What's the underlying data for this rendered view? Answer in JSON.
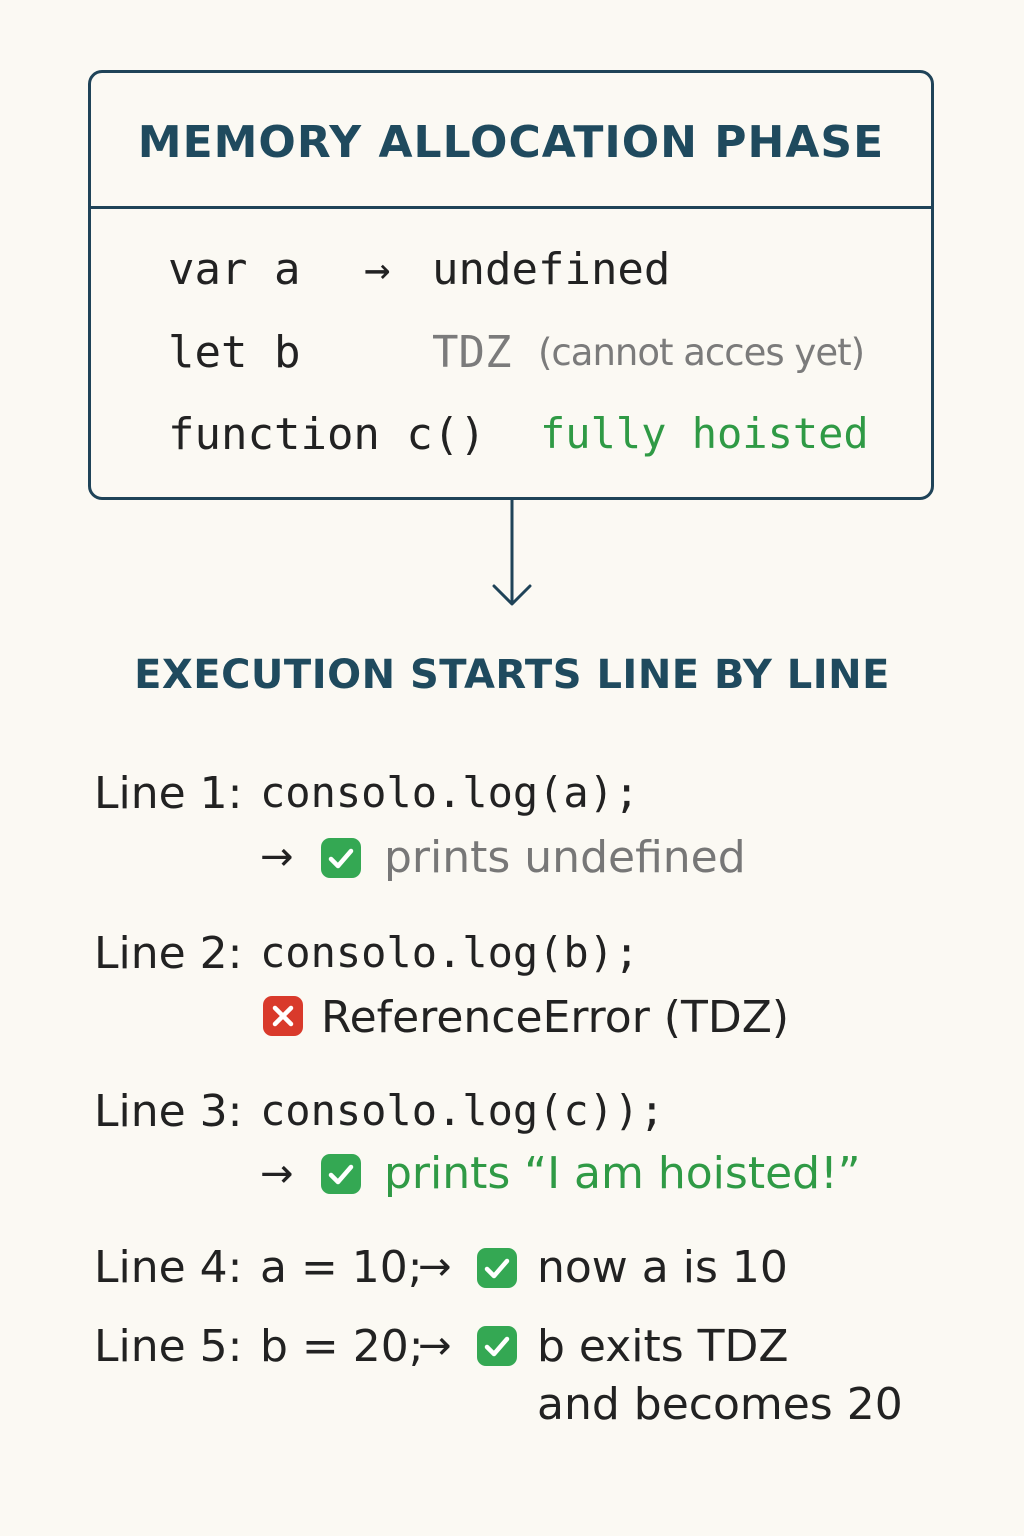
{
  "memory": {
    "title": "MEMORY ALLOCATION PHASE",
    "rows": [
      {
        "code": "var  a",
        "arrow": "→",
        "value": "undefined"
      },
      {
        "code": "let  b",
        "value": "TDZ",
        "note": "(cannot acces yet)"
      },
      {
        "code": "function  c()",
        "value": "fully hoisted"
      }
    ]
  },
  "execution": {
    "title": "EXECUTION STARTS LINE BY LINE",
    "lines": [
      {
        "label": "Line 1:",
        "code": "consolo.log(a);",
        "arrow": "→",
        "result": "prints undefined",
        "status": "check"
      },
      {
        "label": "Line 2:",
        "code": "consolo.log(b);",
        "result": "ReferenceError  (TDZ)",
        "status": "error"
      },
      {
        "label": "Line 3:",
        "code": "consolo.log(c));",
        "arrow": "→",
        "result": "prints “I am hoisted!”",
        "status": "check"
      },
      {
        "label": "Line 4:",
        "code": "a = 10;",
        "arrow": "→",
        "result": "now a is 10",
        "status": "check"
      },
      {
        "label": "Line 5:",
        "code": "b = 20;",
        "arrow": "→",
        "result": "b exits TDZ",
        "result_cont": "and becomes 20",
        "status": "check"
      }
    ]
  },
  "colors": {
    "heading": "#1f4a5e",
    "border": "#1f4358",
    "green": "#2f9a45",
    "gray": "#777777",
    "check_badge": "#34a853",
    "error_badge": "#d93a2b"
  }
}
